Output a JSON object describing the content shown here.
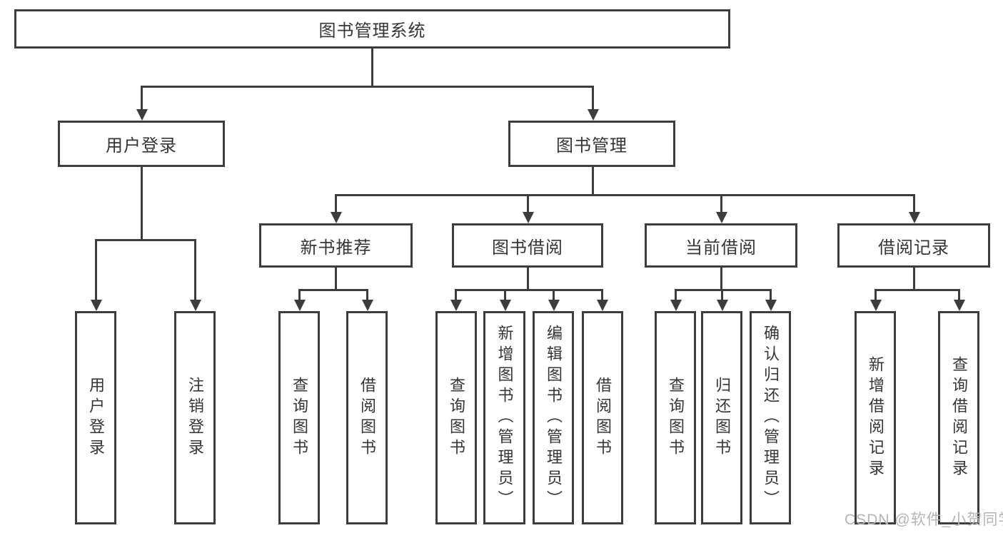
{
  "tree": {
    "label": "图书管理系统",
    "children": [
      {
        "label": "用户登录",
        "children": [
          {
            "label": "用户登录"
          },
          {
            "label": "注销登录"
          }
        ]
      },
      {
        "label": "图书管理",
        "children": [
          {
            "label": "新书推荐",
            "children": [
              {
                "label": "查询图书"
              },
              {
                "label": "借阅图书"
              }
            ]
          },
          {
            "label": "图书借阅",
            "children": [
              {
                "label": "查询图书"
              },
              {
                "label": "新增图书（管理员）"
              },
              {
                "label": "编辑图书（管理员）"
              },
              {
                "label": "借阅图书"
              }
            ]
          },
          {
            "label": "当前借阅",
            "children": [
              {
                "label": "查询图书"
              },
              {
                "label": "归还图书"
              },
              {
                "label": "确认归还（管理员）"
              }
            ]
          },
          {
            "label": "借阅记录",
            "children": [
              {
                "label": "新增借阅记录"
              },
              {
                "label": "查询借阅记录"
              }
            ]
          }
        ]
      }
    ]
  },
  "watermark": {
    "text": "CSDN @软件_小贺同学"
  },
  "colors": {
    "line": "#3d3d3d",
    "text": "#353535",
    "watermark": "#b5b5b5",
    "background": "#ffffff"
  }
}
